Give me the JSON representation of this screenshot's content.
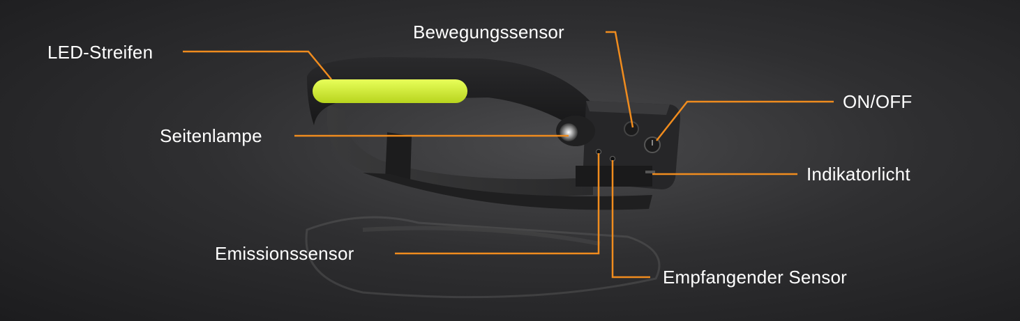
{
  "callouts": {
    "led_strip": "LED-Streifen",
    "motion_sensor": "Bewegungssensor",
    "on_off": "ON/OFF",
    "side_lamp": "Seitenlampe",
    "indicator_light": "Indikatorlicht",
    "emission_sensor": "Emissionssensor",
    "receiving_sensor": "Empfangender Sensor"
  },
  "colors": {
    "leader_line": "#f08c1e",
    "led": "#d6f03a",
    "text": "#ffffff"
  }
}
